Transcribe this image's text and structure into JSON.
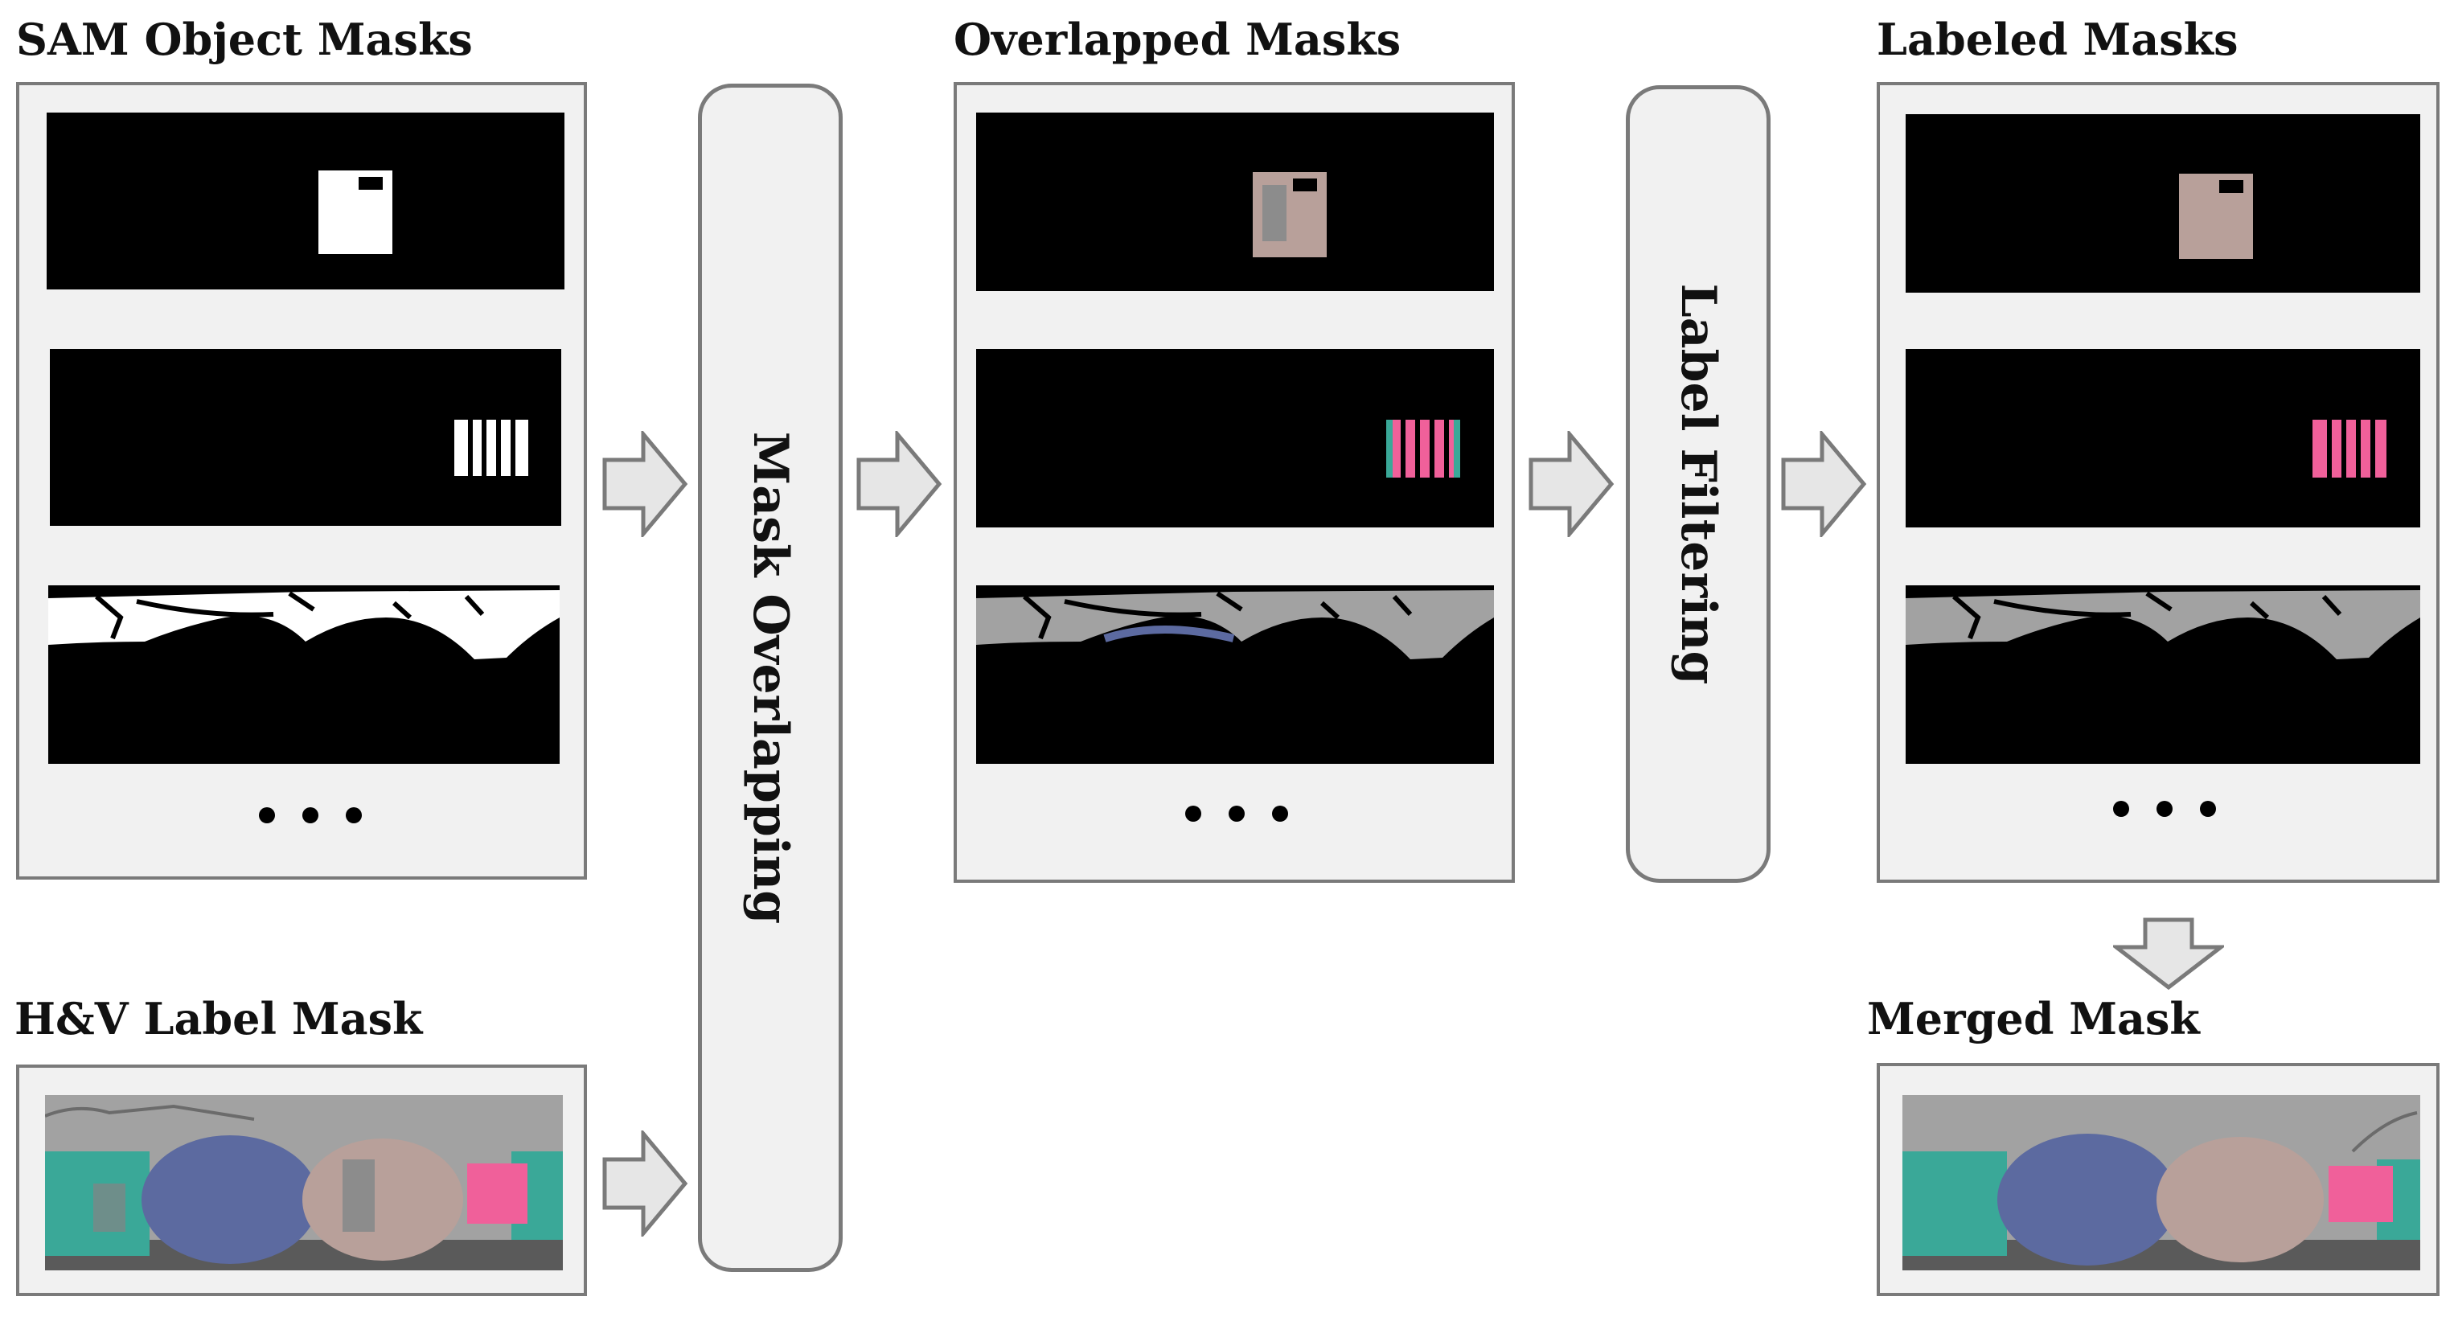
{
  "headings": {
    "sam": "SAM Object Masks",
    "hv": "H&V Label Mask",
    "overlapped": "Overlapped Masks",
    "labeled": "Labeled Masks",
    "merged": "Merged Mask"
  },
  "processes": {
    "overlapping": "Mask Overlapping",
    "filtering": "Label Filtering"
  },
  "colors": {
    "object_brown": "#b8a09a",
    "object_pink": "#f0609a",
    "object_blue": "#5c6aa0",
    "teal": "#3aa898",
    "ceiling_gray": "#9e9e9e",
    "floor_gray": "#5a5a5a",
    "panel_bg": "#f1f1f1",
    "border": "#7a7a7a"
  }
}
